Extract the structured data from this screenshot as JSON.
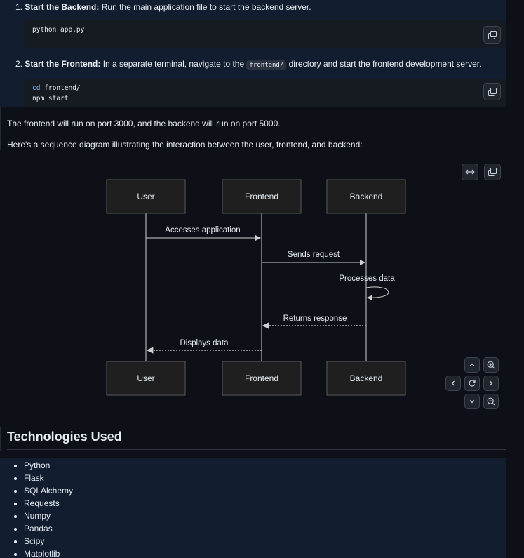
{
  "steps": [
    {
      "number": "1.",
      "title": "Start the Backend:",
      "text": " Run the main application file to start the backend server."
    },
    {
      "number": "2.",
      "title": "Start the Frontend:",
      "text_before": " In a separate terminal, navigate to the ",
      "inline_code": "frontend/",
      "text_after": " directory and start the frontend development server."
    }
  ],
  "code_blocks": [
    {
      "lines": [
        "python app.py"
      ]
    },
    {
      "lines": [
        {
          "kw": "cd",
          "rest": " frontend/"
        },
        "npm start"
      ]
    }
  ],
  "paragraphs": {
    "ports": "The frontend will run on port 3000, and the backend will run on port 5000.",
    "diagram_intro": "Here's a sequence diagram illustrating the interaction between the user, frontend, and backend:"
  },
  "diagram": {
    "participants": [
      "User",
      "Frontend",
      "Backend"
    ],
    "messages": [
      {
        "label": "Accesses application",
        "from": "User",
        "to": "Frontend",
        "style": "solid"
      },
      {
        "label": "Sends request",
        "from": "Frontend",
        "to": "Backend",
        "style": "solid"
      },
      {
        "label": "Processes data",
        "from": "Backend",
        "to": "Backend",
        "style": "self"
      },
      {
        "label": "Returns response",
        "from": "Backend",
        "to": "Frontend",
        "style": "dotted"
      },
      {
        "label": "Displays data",
        "from": "Frontend",
        "to": "User",
        "style": "dotted"
      }
    ],
    "colors": {
      "box_fill": "#1f1f1f",
      "box_stroke": "#5a5a5a",
      "line": "#d0d0d0"
    }
  },
  "icons": {
    "copy": "copy-icon",
    "expand": "expand-horizontal-icon",
    "zoom_in": "zoom-in-icon",
    "zoom_out": "zoom-out-icon",
    "reset": "reset-icon",
    "pan_up": "chevron-up-icon",
    "pan_down": "chevron-down-icon",
    "pan_left": "chevron-left-icon",
    "pan_right": "chevron-right-icon"
  },
  "section": {
    "heading": "Technologies Used",
    "items": [
      "Python",
      "Flask",
      "SQLAlchemy",
      "Requests",
      "Numpy",
      "Pandas",
      "Scipy",
      "Matplotlib"
    ]
  }
}
